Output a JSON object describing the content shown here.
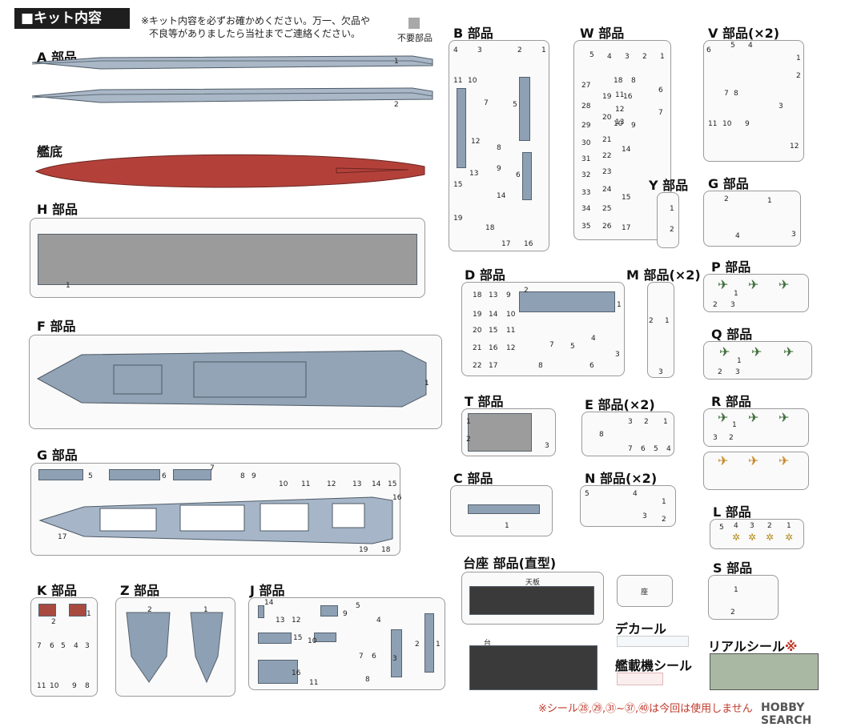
{
  "header": {
    "title": "キット内容",
    "note_line1": "※キット内容を必ずお確かめください。万一、欠品や",
    "note_line2": "不良等がありましたら当社までご連絡ください。",
    "unneeded_label": "不要部品"
  },
  "parts": {
    "A": {
      "label": "A 部品",
      "n1": "1",
      "n2": "2"
    },
    "hull_bottom": {
      "label": "艦底"
    },
    "H": {
      "label": "H 部品",
      "n1": "1"
    },
    "F": {
      "label": "F 部品",
      "n1": "1"
    },
    "G_hull": {
      "label": "G 部品",
      "nums": [
        "5",
        "6",
        "7",
        "8",
        "9",
        "10",
        "11",
        "12",
        "13",
        "14",
        "15",
        "16",
        "17",
        "18",
        "19"
      ]
    },
    "K": {
      "label": "K 部品",
      "nums": [
        "1",
        "2",
        "3",
        "4",
        "5",
        "6",
        "7",
        "8",
        "9",
        "10",
        "11"
      ]
    },
    "Z": {
      "label": "Z 部品",
      "nums": [
        "1",
        "2"
      ]
    },
    "J": {
      "label": "J 部品",
      "nums": [
        "1",
        "2",
        "3",
        "4",
        "5",
        "6",
        "7",
        "8",
        "9",
        "10",
        "11",
        "12",
        "13",
        "14",
        "15",
        "16"
      ]
    },
    "B": {
      "label": "B 部品",
      "nums": [
        "1",
        "2",
        "3",
        "4",
        "5",
        "6",
        "7",
        "8",
        "9",
        "10",
        "11",
        "12",
        "13",
        "14",
        "15",
        "16",
        "17",
        "18",
        "19"
      ]
    },
    "W": {
      "label": "W 部品",
      "nums": [
        "1",
        "2",
        "3",
        "4",
        "5",
        "6",
        "7",
        "8",
        "9",
        "10",
        "11",
        "12",
        "13",
        "14",
        "15",
        "16",
        "17",
        "18",
        "19",
        "20",
        "21",
        "22",
        "23",
        "24",
        "25",
        "26",
        "27",
        "28",
        "29",
        "30",
        "31",
        "32",
        "33",
        "34",
        "35"
      ]
    },
    "V": {
      "label": "V 部品(×2)",
      "nums": [
        "1",
        "2",
        "3",
        "4",
        "5",
        "6",
        "7",
        "8",
        "9",
        "10",
        "11",
        "12"
      ]
    },
    "Y": {
      "label": "Y 部品",
      "nums": [
        "1",
        "2"
      ]
    },
    "G_small": {
      "label": "G 部品",
      "nums": [
        "1",
        "2",
        "3",
        "4"
      ]
    },
    "D": {
      "label": "D 部品",
      "nums": [
        "1",
        "2",
        "3",
        "4",
        "5",
        "6",
        "7",
        "8",
        "9",
        "10",
        "11",
        "12",
        "13",
        "14",
        "15",
        "16",
        "17",
        "18",
        "19",
        "20",
        "21",
        "22"
      ]
    },
    "M": {
      "label": "M 部品(×2)",
      "nums": [
        "1",
        "2",
        "3"
      ]
    },
    "P": {
      "label": "P 部品",
      "nums": [
        "1",
        "2",
        "3"
      ]
    },
    "Q": {
      "label": "Q 部品",
      "nums": [
        "1",
        "2",
        "3"
      ]
    },
    "R": {
      "label": "R 部品",
      "nums": [
        "1",
        "2",
        "3"
      ]
    },
    "T": {
      "label": "T 部品",
      "nums": [
        "1",
        "2",
        "3"
      ]
    },
    "E": {
      "label": "E 部品(×2)",
      "nums": [
        "1",
        "2",
        "3",
        "4",
        "5",
        "6",
        "7",
        "8"
      ]
    },
    "C": {
      "label": "C 部品",
      "n1": "1"
    },
    "N": {
      "label": "N 部品(×2)",
      "nums": [
        "1",
        "2",
        "3",
        "4",
        "5"
      ]
    },
    "L": {
      "label": "L 部品",
      "nums": [
        "5",
        "4",
        "3",
        "2",
        "1"
      ]
    },
    "S": {
      "label": "S 部品",
      "nums": [
        "1",
        "2"
      ]
    },
    "stand": {
      "label": "台座 部品(直型)",
      "top_label": "天板",
      "base_label": "台",
      "plate_label": "座"
    }
  },
  "decal": {
    "label": "デカール"
  },
  "aircraft_sticker": {
    "label": "艦載機シール"
  },
  "real_sticker": {
    "label": "リアルシール",
    "mark": "※"
  },
  "footer": {
    "note": "※シール㉘,㉙,㉛~㊲,㊵は今回は使用しません",
    "watermark": "HOBBY SEARCH"
  }
}
